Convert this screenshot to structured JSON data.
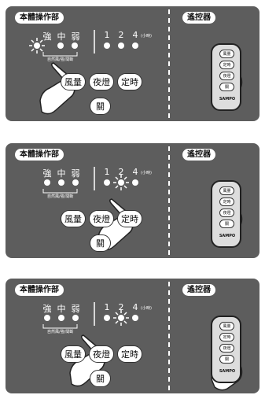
{
  "panels": [
    {
      "title": "本體操作部",
      "remote_title": "遙控器",
      "speed_labels": [
        "強",
        "中",
        "弱"
      ],
      "speed_sub": "自然風/強/間斷",
      "timer_labels": [
        "1",
        "2",
        "4"
      ],
      "timer_unit": "(小時)",
      "buttons": {
        "wind": "風量",
        "night": "夜燈",
        "timer": "定時",
        "off": "關"
      },
      "remote_buttons": [
        "風量",
        "定時",
        "夜燈",
        "關"
      ],
      "brand": "SAMPO",
      "active_indicator": "speed-strong",
      "hand_target": "wind-button"
    },
    {
      "title": "本體操作部",
      "remote_title": "遙控器",
      "speed_labels": [
        "強",
        "中",
        "弱"
      ],
      "speed_sub": "自然風/強/間斷",
      "timer_labels": [
        "1",
        "2",
        "4"
      ],
      "timer_unit": "(小時)",
      "buttons": {
        "wind": "風量",
        "night": "夜燈",
        "timer": "定時",
        "off": "關"
      },
      "remote_buttons": [
        "風量",
        "定時",
        "夜燈",
        "關"
      ],
      "brand": "SAMPO",
      "active_indicator": "timer-2",
      "hand_target": "timer-button"
    },
    {
      "title": "本體操作部",
      "remote_title": "遙控器",
      "speed_labels": [
        "強",
        "中",
        "弱"
      ],
      "speed_sub": "自然風/強/間斷",
      "timer_labels": [
        "1",
        "2",
        "4"
      ],
      "timer_unit": "(小時)",
      "buttons": {
        "wind": "風量",
        "night": "夜燈",
        "timer": "定時",
        "off": "關"
      },
      "remote_buttons": [
        "風量",
        "定時",
        "夜燈",
        "關"
      ],
      "brand": "SAMPO",
      "active_indicator": "timer-2",
      "hand_target": "night-button"
    }
  ]
}
